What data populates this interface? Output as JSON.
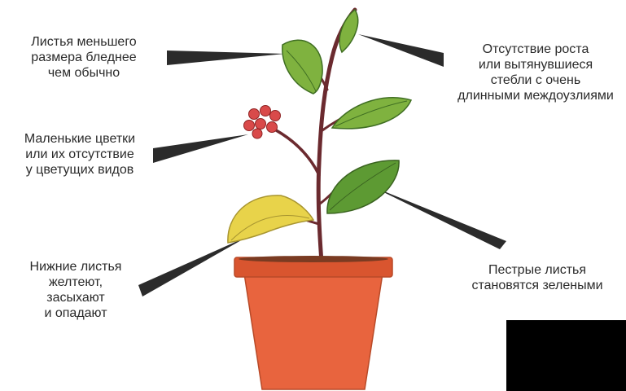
{
  "labels": {
    "small_leaves": [
      "Листья меньшего",
      "размера бледнее",
      "чем обычно"
    ],
    "growth": [
      "Отсутствие роста",
      "или вытянувшиеся",
      "стебли с очень",
      "длинными междоузлиями"
    ],
    "flowers": [
      "Маленькие цветки",
      "или их отсутствие",
      "у цветущих видов"
    ],
    "yellow_leaves": [
      "Нижние листья",
      "желтеют,",
      "засыхают",
      "и опадают"
    ],
    "variegated": [
      "Пестрые листья",
      "становятся зелеными"
    ]
  },
  "colors": {
    "leaf_green": "#7fb23f",
    "leaf_dark": "#4f8a2c",
    "stem": "#6b2a2f",
    "pot": "#e8643e",
    "pot_rim": "#d9552f",
    "flower": "#d94a4a",
    "yellow_leaf": "#e8d34a",
    "pointer": "#2b2b2b"
  }
}
